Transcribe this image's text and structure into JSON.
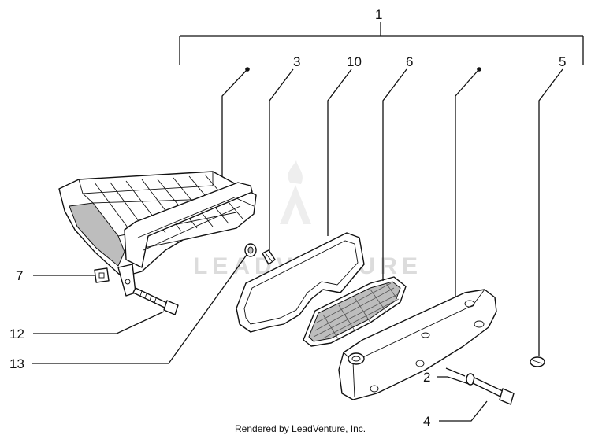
{
  "callouts": [
    {
      "id": "1",
      "label": "1"
    },
    {
      "id": "2",
      "label": "2"
    },
    {
      "id": "3",
      "label": "3"
    },
    {
      "id": "4",
      "label": "4"
    },
    {
      "id": "5",
      "label": "5"
    },
    {
      "id": "6",
      "label": "6"
    },
    {
      "id": "7",
      "label": "7"
    },
    {
      "id": "10",
      "label": "10"
    },
    {
      "id": "12",
      "label": "12"
    },
    {
      "id": "13",
      "label": "13"
    }
  ],
  "watermark": "LEADVENTURE",
  "footer": "Rendered by LeadVenture, Inc."
}
